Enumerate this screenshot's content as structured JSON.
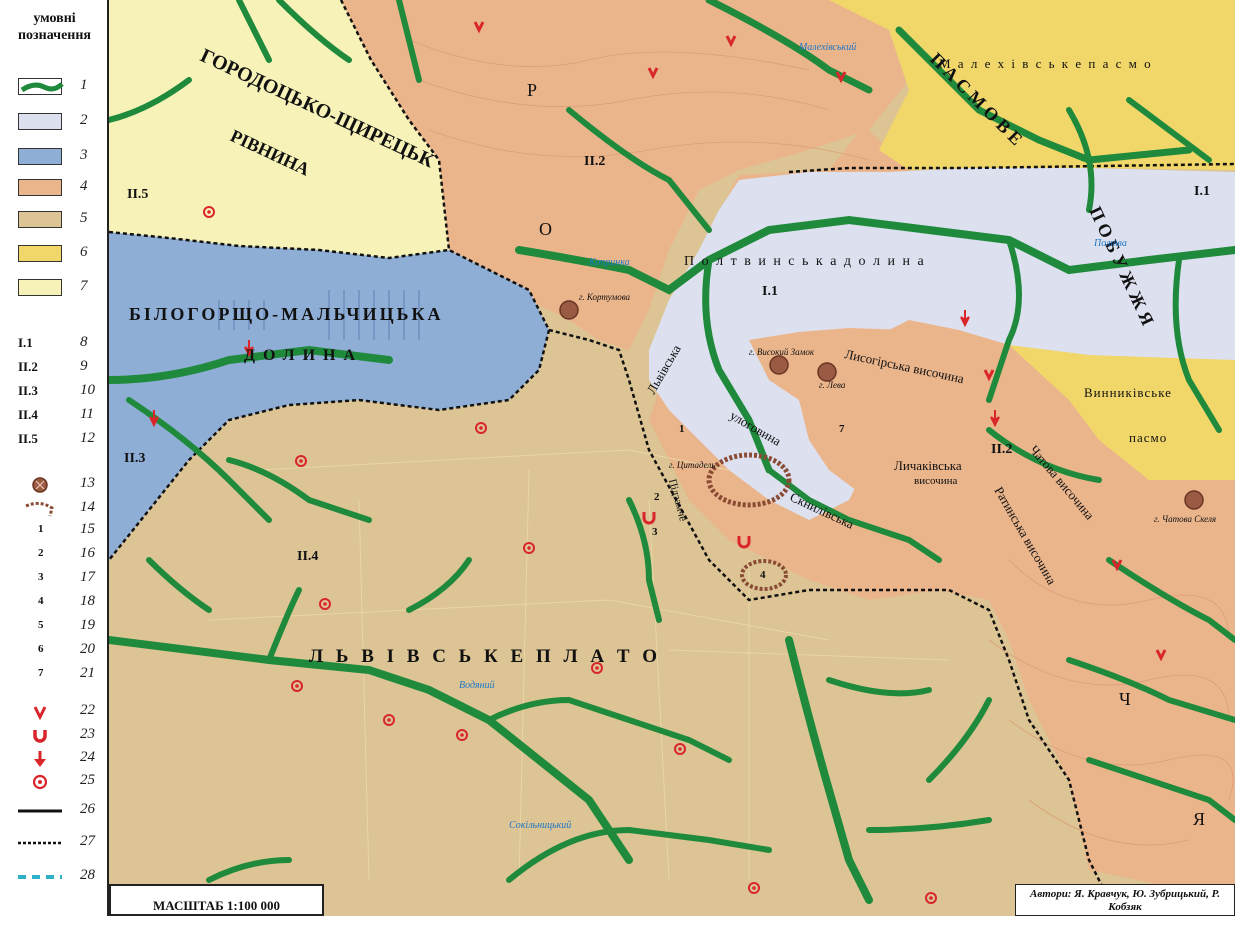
{
  "colors": {
    "river": "#1f8a3c",
    "river_dark": "#0f5f26",
    "unit_2_light_lavender": "#dde0ef",
    "unit_3_blue": "#8eaed6",
    "unit_4_salmon": "#ebb58b",
    "unit_5_tan": "#dcc494",
    "unit_6_gold": "#f1d76a",
    "unit_7_pale_yellow": "#f6f2b8",
    "boundary": "#111111",
    "symbol_red": "#d9262b",
    "crater_brown": "#9a5a43"
  },
  "legend": {
    "title": "умовні\nпозначення",
    "items": [
      {
        "num": "1",
        "symbol": "river-swatch"
      },
      {
        "num": "2",
        "symbol": "color-swatch",
        "color": "#dde0ef"
      },
      {
        "num": "3",
        "symbol": "color-swatch",
        "color": "#8eaed6"
      },
      {
        "num": "4",
        "symbol": "color-swatch",
        "color": "#ebb58b"
      },
      {
        "num": "5",
        "symbol": "color-swatch",
        "color": "#dcc494"
      },
      {
        "num": "6",
        "symbol": "color-swatch",
        "color": "#f1d76a"
      },
      {
        "num": "7",
        "symbol": "color-swatch",
        "color": "#f6f2b8"
      },
      {
        "num": "8",
        "symbol": "text",
        "label": "I.1"
      },
      {
        "num": "9",
        "symbol": "text",
        "label": "II.2"
      },
      {
        "num": "10",
        "symbol": "text",
        "label": "II.3"
      },
      {
        "num": "11",
        "symbol": "text",
        "label": "II.4"
      },
      {
        "num": "12",
        "symbol": "text",
        "label": "II.5"
      },
      {
        "num": "13",
        "symbol": "crater-icon"
      },
      {
        "num": "14",
        "symbol": "scarp-icon"
      },
      {
        "num": "15",
        "symbol": "number",
        "label": "1"
      },
      {
        "num": "16",
        "symbol": "number",
        "label": "2"
      },
      {
        "num": "17",
        "symbol": "number",
        "label": "3"
      },
      {
        "num": "18",
        "symbol": "number",
        "label": "4"
      },
      {
        "num": "19",
        "symbol": "number",
        "label": "5"
      },
      {
        "num": "20",
        "symbol": "number",
        "label": "6"
      },
      {
        "num": "21",
        "symbol": "number",
        "label": "7"
      },
      {
        "num": "22",
        "symbol": "v-icon"
      },
      {
        "num": "23",
        "symbol": "u-icon"
      },
      {
        "num": "24",
        "symbol": "arrow-down-icon"
      },
      {
        "num": "25",
        "symbol": "target-icon"
      },
      {
        "num": "26",
        "symbol": "solid-line"
      },
      {
        "num": "27",
        "symbol": "dotted-line"
      },
      {
        "num": "28",
        "symbol": "dashed-cyan-line"
      }
    ]
  },
  "map": {
    "regions_text": {
      "gorodotsk": "ГОРОДОЦЬКО-ЩИРЕЦЬК",
      "rivnyna": "РІВНИНА",
      "bilogorsh": "БІЛОГОРЩО-МАЛЬЧИЦЬКА",
      "dolyna": "ДОЛИНА",
      "lviv_plato": "Л Ь В І В С Ь К Е     П Л А Т О",
      "poltva_valley": "П о л т в и н с ь к а      д о л и н а",
      "malekh": "М а л е х і в с ь к е     п а с м о",
      "pasmove": "П А С М О В Е",
      "pobuzhzhya": "П О Б У Ж Ж Я",
      "vynnykivske": "Винниківське",
      "pasmo": "пасмо",
      "roztochchya_r": "Р",
      "roztochchya_o": "О",
      "roztochchya_ch": "Ч",
      "roztochchya_ya": "Я",
      "lysogir": "Лисогірська височина",
      "lychakiv": "Личаківська",
      "vysochyna": "височина",
      "chatova": "Чатова височина",
      "ratynska": "Ратинська височина",
      "sknyliv": "Скнилівська",
      "pidzamche": "Підзамче",
      "lvivska": "Львівська",
      "ulogovyna": "улоговина"
    },
    "units": {
      "i1_top": "I.1",
      "i1_mid": "I.1",
      "ii2_n": "II.2",
      "ii2_e": "II.2",
      "ii3": "II.3",
      "ii4": "II.4",
      "ii5": "II.5"
    },
    "places": {
      "kortumova": "г. Кортумова",
      "vysokyi_zamok": "г. Високий Замок",
      "leva": "г. Лева",
      "tsytadel": "г. Цитадель",
      "chatova": "г. Чатова Скеля"
    },
    "rivers": {
      "poltva": "Полтва",
      "malekhivskyi": "Малехівський",
      "vodyanyi": "Водяний",
      "sokilnytskyi": "Сокільницький",
      "koprynka": "Копринка"
    },
    "numbers": [
      "1",
      "2",
      "3",
      "4",
      "7"
    ]
  },
  "scale": "МАСШТАБ  1:100 000",
  "authors_label": "Автори:",
  "authors": "Я. Кравчук, Ю. Зубрицький, Р. Кобзяк"
}
